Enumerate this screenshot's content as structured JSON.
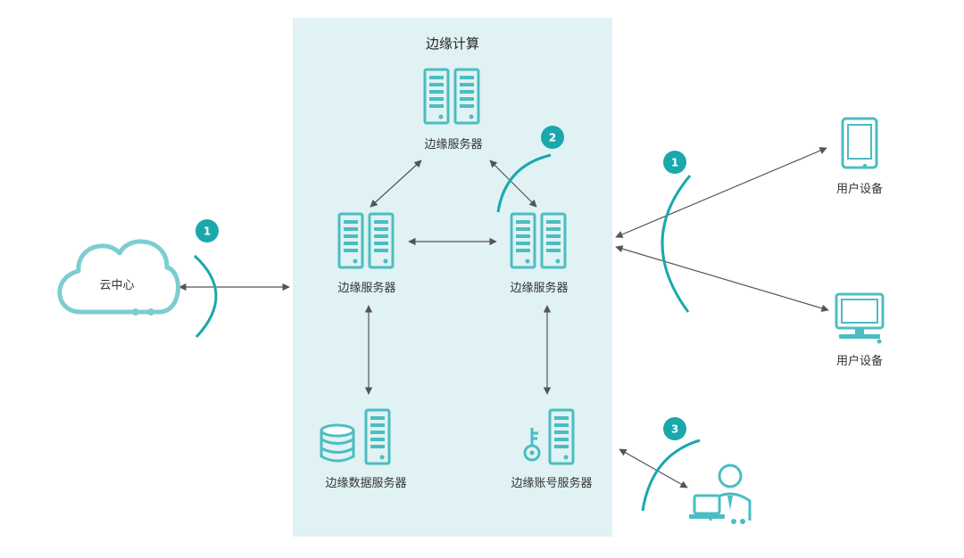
{
  "colors": {
    "teal": "#4bbdc2",
    "badge": "#1aa8ac",
    "zone": "#e0f2f3",
    "arrow": "#555555",
    "text": "#333333"
  },
  "edge_zone": {
    "title": "边缘计算"
  },
  "nodes": {
    "cloud": {
      "label": "云中心",
      "icon": "cloud-icon"
    },
    "server_top": {
      "label": "边缘服务器",
      "icon": "server-rack-icon"
    },
    "server_left": {
      "label": "边缘服务器",
      "icon": "server-rack-icon"
    },
    "server_right": {
      "label": "边缘服务器",
      "icon": "server-rack-icon"
    },
    "data_server": {
      "label": "边缘数据服务器",
      "icon": "database-server-icon"
    },
    "account_server": {
      "label": "边缘账号服务器",
      "icon": "key-server-icon"
    },
    "device_tablet": {
      "label": "用户设备",
      "icon": "tablet-icon"
    },
    "device_monitor": {
      "label": "用户设备",
      "icon": "monitor-icon"
    },
    "user": {
      "label": "",
      "icon": "user-laptop-icon"
    }
  },
  "badges": {
    "cloud_link": "1",
    "server_link": "2",
    "device_link": "1",
    "user_link": "3"
  }
}
